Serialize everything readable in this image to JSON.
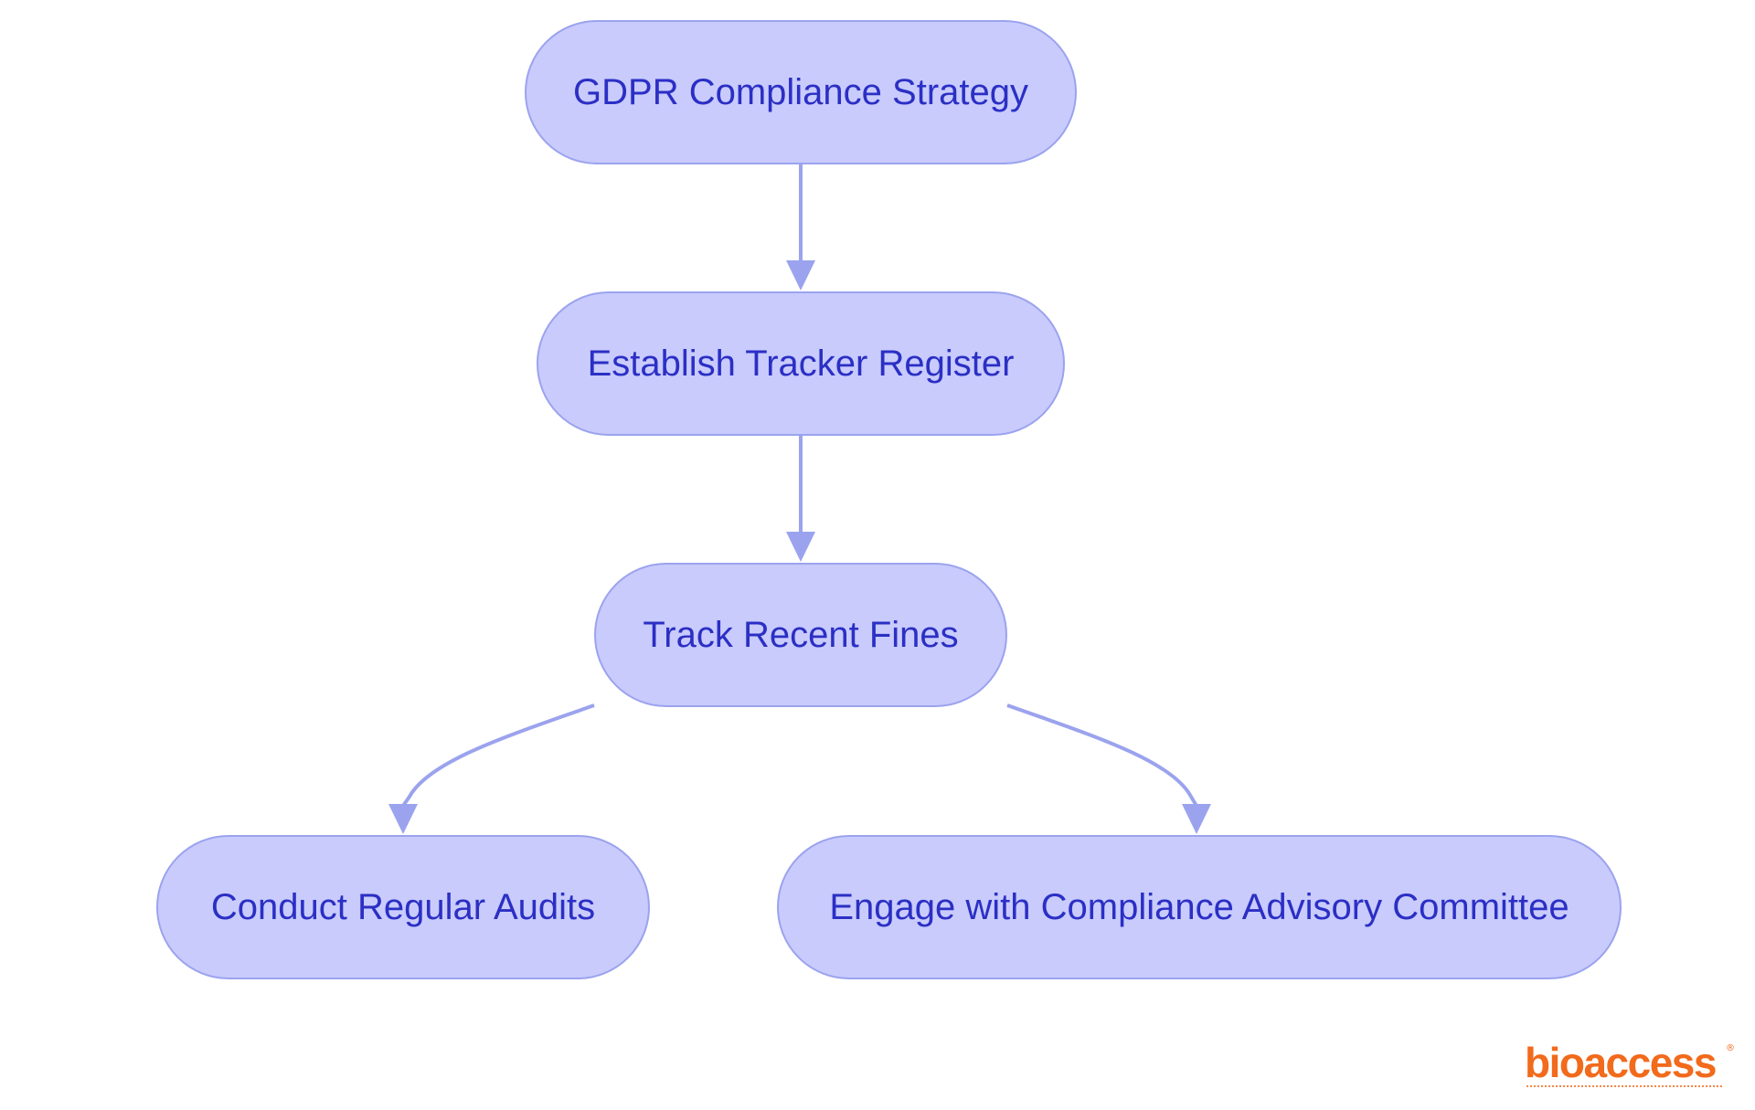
{
  "diagram": {
    "nodes": {
      "gdpr": "GDPR Compliance Strategy",
      "tracker": "Establish Tracker Register",
      "fines": "Track Recent Fines",
      "audits": "Conduct Regular Audits",
      "engage": "Engage with Compliance Advisory Committee"
    },
    "edges": [
      {
        "from": "gdpr",
        "to": "tracker"
      },
      {
        "from": "tracker",
        "to": "fines"
      },
      {
        "from": "fines",
        "to": "audits"
      },
      {
        "from": "fines",
        "to": "engage"
      }
    ]
  },
  "logo": {
    "wordmark": "bioaccess",
    "registered_mark": "®"
  },
  "colors": {
    "node_fill": "#c8cbfc",
    "node_border": "#9ba3ee",
    "node_text": "#2b2fc4",
    "edge": "#9ba3ee",
    "brand": "#f26a1b",
    "background": "#ffffff"
  }
}
